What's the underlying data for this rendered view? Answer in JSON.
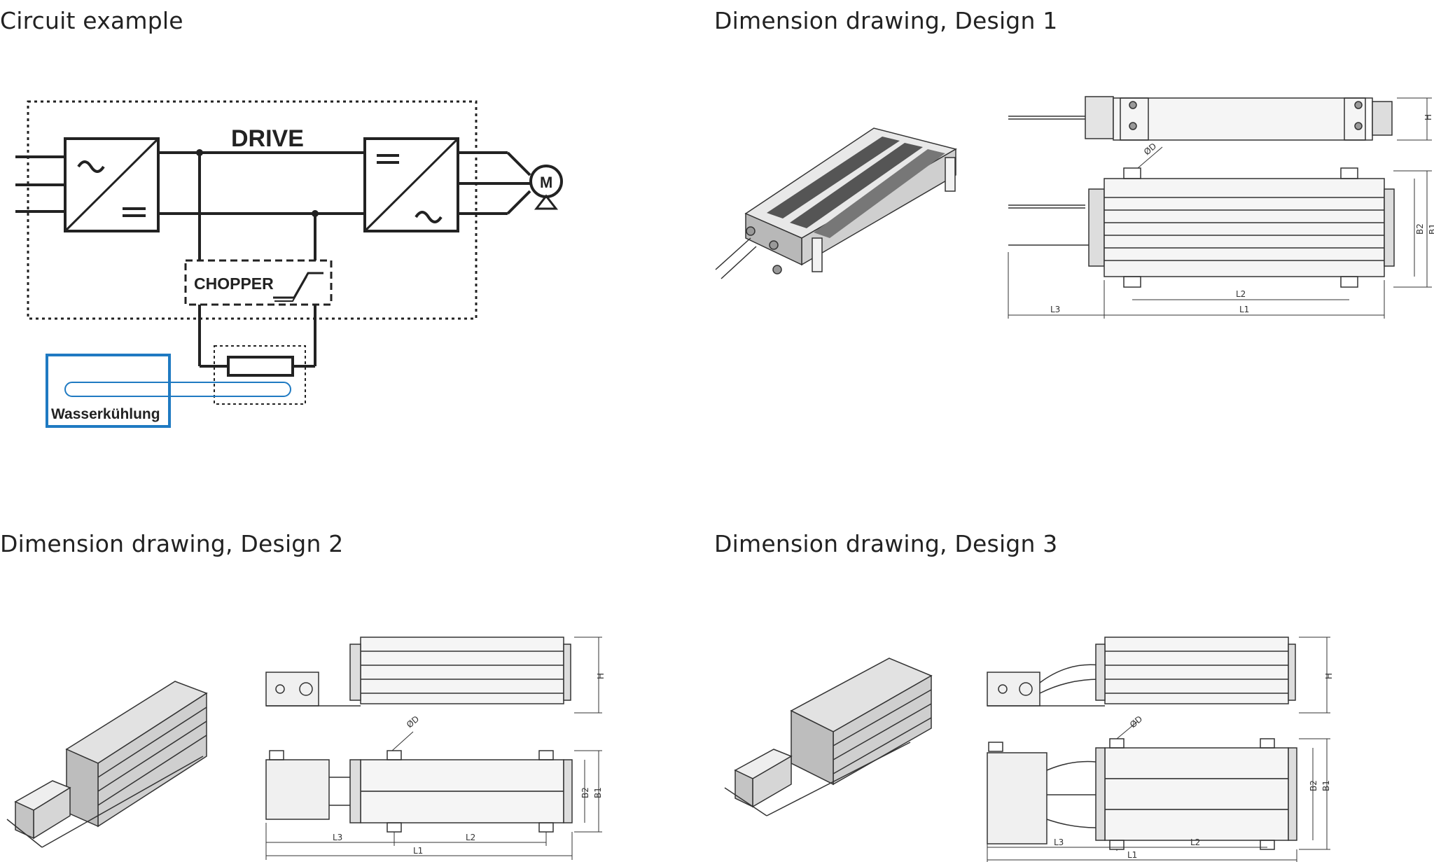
{
  "titles": {
    "circuit": "Circuit example",
    "design1": "Dimension drawing, Design 1",
    "design2": "Dimension drawing, Design 2",
    "design3": "Dimension drawing, Design 3"
  },
  "circuit": {
    "drive_label": "DRIVE",
    "chopper_label": "CHOPPER",
    "motor_label": "M",
    "cooling_label": "Wasserkühlung",
    "cooling_color": "#1f7ac2"
  },
  "dims": {
    "H": "H",
    "B1": "B1",
    "B2": "B2",
    "L1": "L1",
    "L2": "L2",
    "L3": "L3",
    "D": "ØD"
  }
}
